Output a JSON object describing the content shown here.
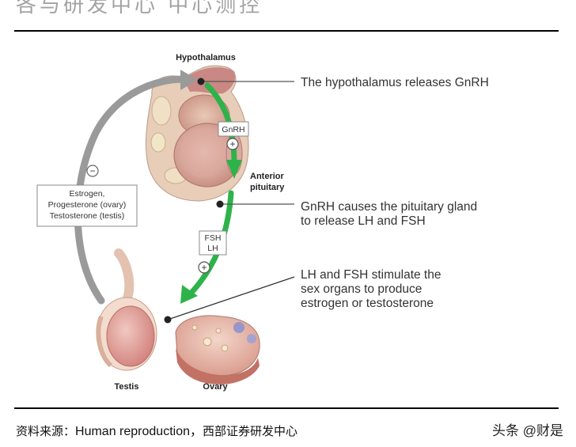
{
  "header": {
    "title": "各与研发中心 中心测控"
  },
  "diagram": {
    "labels": {
      "hypothalamus": "Hypothalamus",
      "anterior_pituitary_line1": "Anterior",
      "anterior_pituitary_line2": "pituitary",
      "testis": "Testis",
      "ovary": "Ovary"
    },
    "boxes": {
      "gnrh": "GnRH",
      "fsh_lh_line1": "FSH",
      "fsh_lh_line2": "LH",
      "feedback_line1": "Estrogen,",
      "feedback_line2": "Progesterone (ovary)",
      "feedback_line3": "Testosterone (testis)"
    },
    "signs": {
      "plus": "+",
      "minus": "−"
    },
    "callouts": {
      "step1": "The hypothalamus releases GnRH",
      "step2_line1": "GnRH causes the pituitary gland",
      "step2_line2": "to release LH and FSH",
      "step3_line1": "LH and FSH stimulate the",
      "step3_line2": "sex organs to produce",
      "step3_line3": "estrogen or testosterone"
    },
    "colors": {
      "green_arrow": "#2db34a",
      "gray_arrow": "#9a9a9a"
    }
  },
  "footer": {
    "source_prefix": "资料来源：",
    "source_text": "Human reproduction，",
    "source_org": "西部证券研发中心",
    "watermark": "头条 @财是"
  }
}
